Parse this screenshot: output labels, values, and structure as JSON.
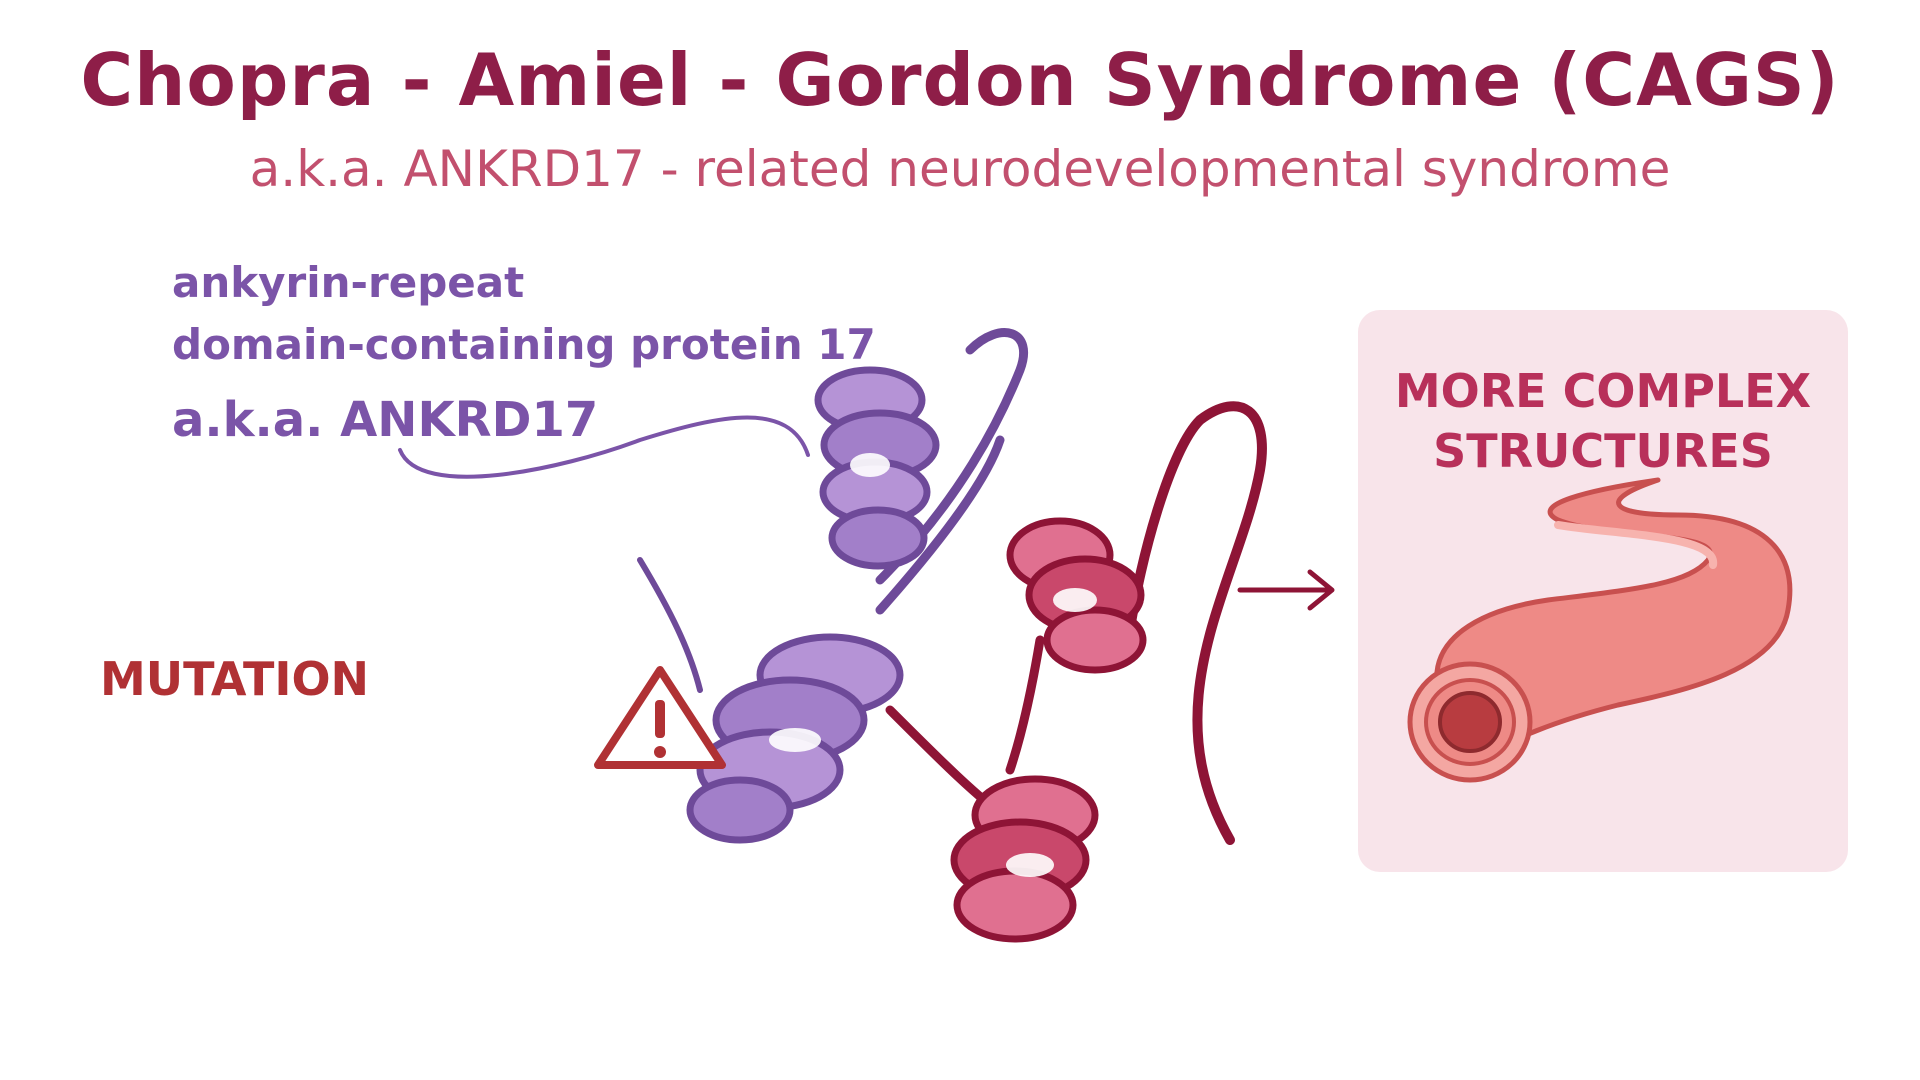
{
  "header": {
    "title": "Chopra - Amiel - Gordon Syndrome (CAGS)",
    "subtitle": "a.k.a. ANKRD17 - related neurodevelopmental syndrome"
  },
  "protein_label": {
    "line1": "ankyrin-repeat",
    "line2": "domain-containing protein 17",
    "line3": "a.k.a. ANKRD17"
  },
  "mutation_label": "MUTATION",
  "result_panel": {
    "line1": "MORE COMPLEX",
    "line2": "STRUCTURES"
  },
  "colors": {
    "title": "#8e1e48",
    "subtitle": "#c2506e",
    "purple_protein": "#7b54a8",
    "red_protein": "#8e1436",
    "warning": "#b03134",
    "panel_bg": "#f8e4ea",
    "vessel": "#ee8a86"
  },
  "icons": [
    "warning-triangle-icon",
    "arrow-right-icon",
    "blood-vessel-illustration"
  ]
}
